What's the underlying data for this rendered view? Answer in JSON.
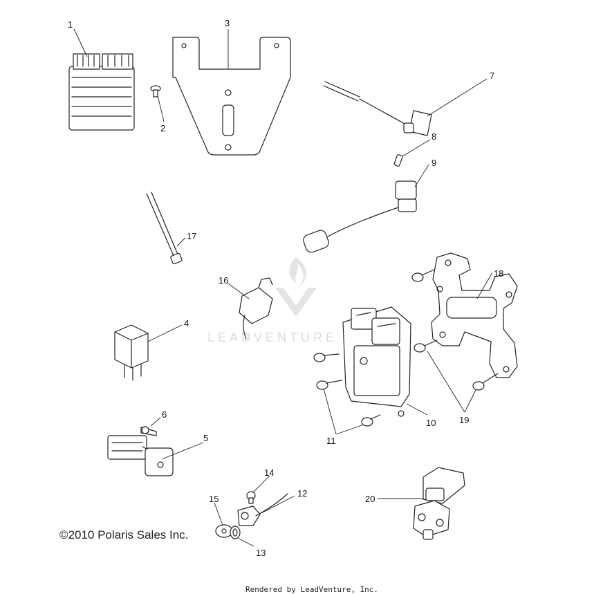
{
  "watermark": {
    "text": "LEADVENTURE"
  },
  "callouts": {
    "c1": "1",
    "c2": "2",
    "c3": "3",
    "c4": "4",
    "c5": "5",
    "c6": "6",
    "c7": "7",
    "c8": "8",
    "c9": "9",
    "c10": "10",
    "c11": "11",
    "c12": "12",
    "c13": "13",
    "c14": "14",
    "c15": "15",
    "c16": "16",
    "c17": "17",
    "c18": "18",
    "c19": "19",
    "c20": "20"
  },
  "copyright": "©2010 Polaris Sales Inc.",
  "footer": "Rendered by LeadVenture, Inc.",
  "colors": {
    "line": "#222222",
    "watermark": "#dcdcdc",
    "background": "#ffffff"
  }
}
